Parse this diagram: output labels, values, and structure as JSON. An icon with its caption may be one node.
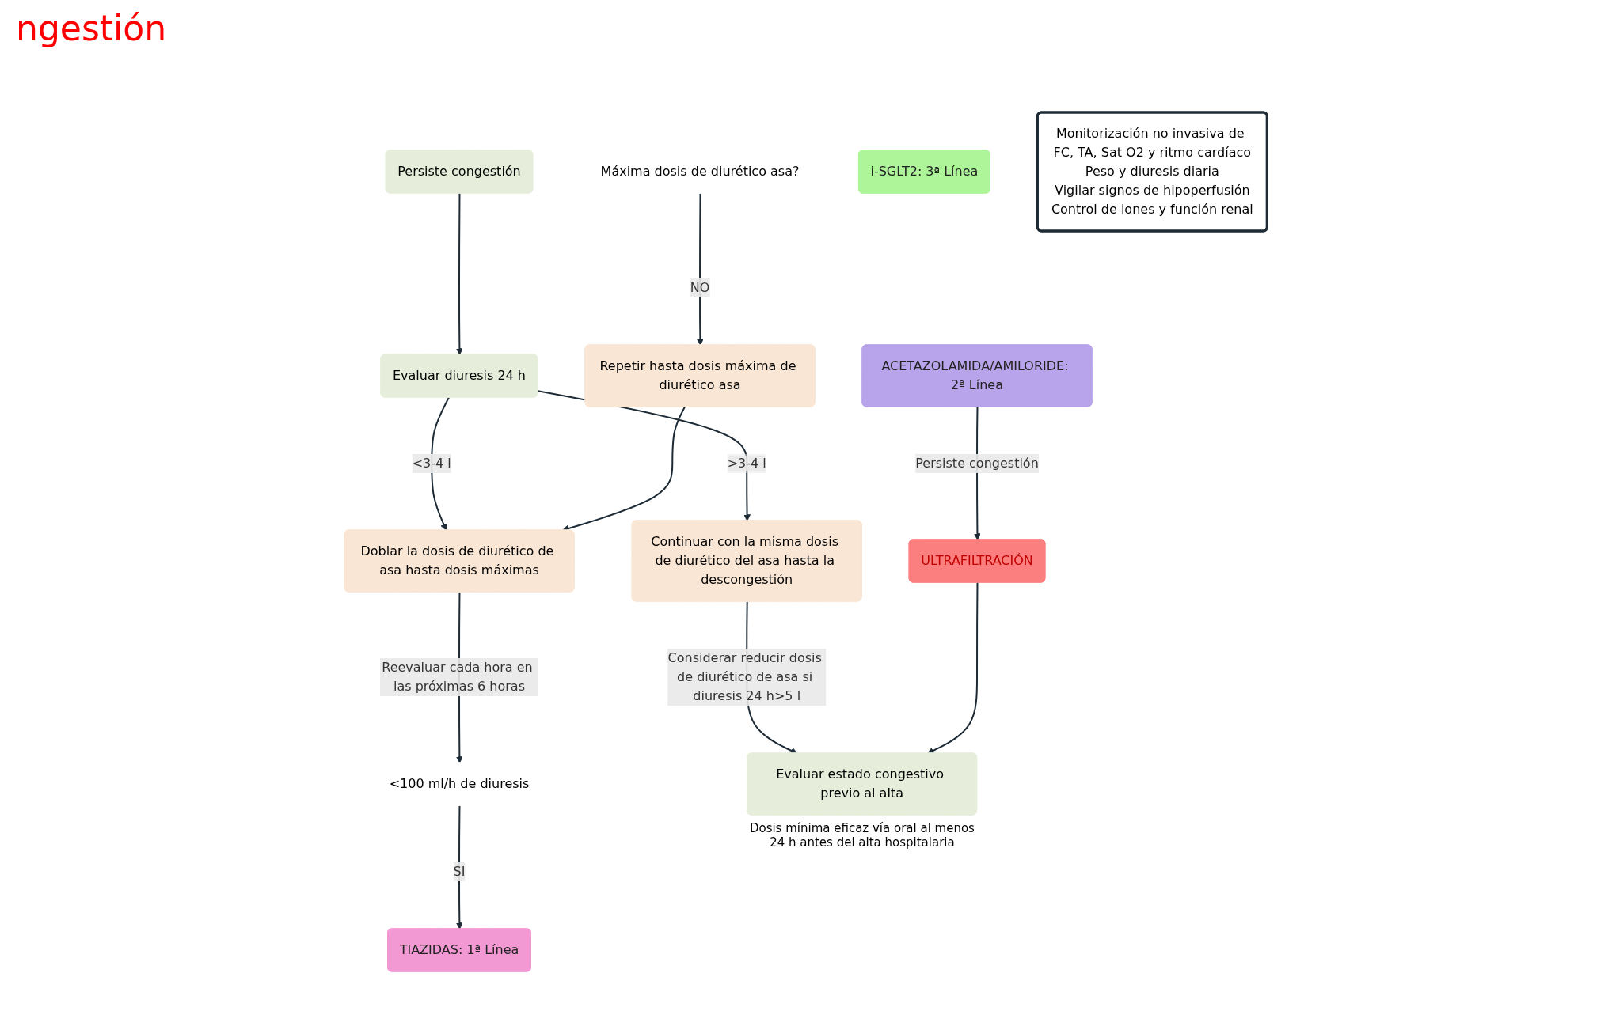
{
  "diagram": {
    "title": "ngestión",
    "nodes": [
      {
        "text": [
          "Persiste congestión"
        ]
      },
      {
        "text": [
          "Evaluar diuresis 24 h"
        ]
      },
      {
        "text": [
          "Doblar la dosis de diurético de asa hasta dosis máximas"
        ]
      },
      {
        "text": [
          "Continuar con la misma dosis de diurético del asa hasta la descongestión"
        ]
      },
      {
        "text": [
          "Repetir hasta dosis máxima de diurético asa"
        ]
      },
      {
        "text": [
          "<100 ml/h de diuresis"
        ]
      },
      {
        "text": [
          "Máxima dosis de diurético asa?"
        ]
      },
      {
        "text": [
          "TIAZIDAS: 1ª Línea"
        ]
      },
      {
        "text": [
          "ACETAZOLAMIDA/AMILORIDE: 2ª Línea"
        ]
      },
      {
        "text": [
          "i-SGLT2: 3ª Línea"
        ]
      },
      {
        "text": [
          "ULTRAFILTRACIÓN"
        ]
      },
      {
        "text": [
          "Evaluar estado congestivo previo al alta"
        ],
        "beside": [
          "Dosis mínima eficaz vía oral al menos 24 h antes del alta hospitalaria"
        ]
      },
      {
        "text": [
          "Monitorización no invasiva de FC, TA, Sat O2 y ritmo cardíaco",
          "Peso y diuresis diaria",
          "Vigilar signos de hipoperfusión",
          "Control de iones y función renal"
        ]
      }
    ],
    "edges": [
      {
        "from": 0,
        "to": 1,
        "arrow": "to"
      },
      {
        "from": 1,
        "to": 2,
        "arrow": "to",
        "label": "<3-4 l"
      },
      {
        "from": 1,
        "to": 3,
        "arrow": "to",
        "label": ">3-4 l"
      },
      {
        "from": 2,
        "to": 5,
        "arrow": "to",
        "label": "Reevaluar cada hora en las próximas 6 horas"
      },
      {
        "from": 6,
        "to": 4,
        "arrow": "to",
        "label": "NO"
      },
      {
        "from": 4,
        "to": 2,
        "arrow": "to"
      },
      {
        "from": 5,
        "to": 7,
        "arrow": "to",
        "label": "SI"
      },
      {
        "from": 3,
        "to": 11,
        "arrow": "to",
        "label": "Considerar reducir dosis de diurético de asa si diuresis 24 h>5 l"
      },
      {
        "from": 8,
        "to": 10,
        "arrow": "to",
        "label": "Persiste congestión"
      },
      {
        "from": 10,
        "to": 11,
        "arrow": "to"
      }
    ]
  }
}
